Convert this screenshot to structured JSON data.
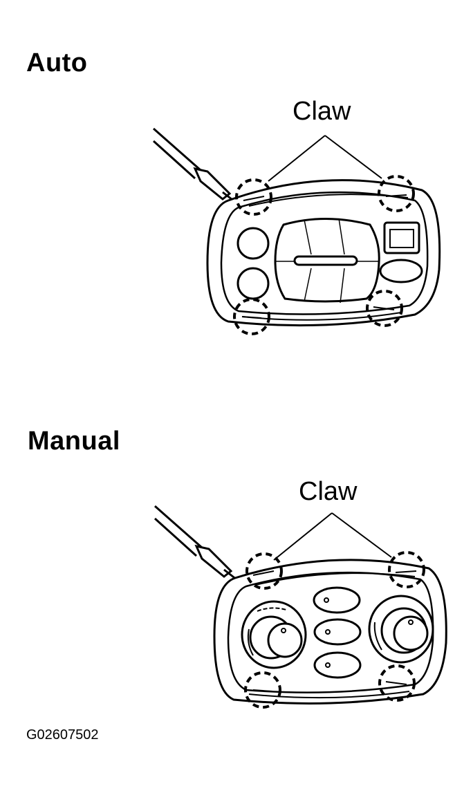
{
  "auto": {
    "title": "Auto",
    "callout": "Claw"
  },
  "manual": {
    "title": "Manual",
    "callout": "Claw"
  },
  "figure_code": "G02607502"
}
